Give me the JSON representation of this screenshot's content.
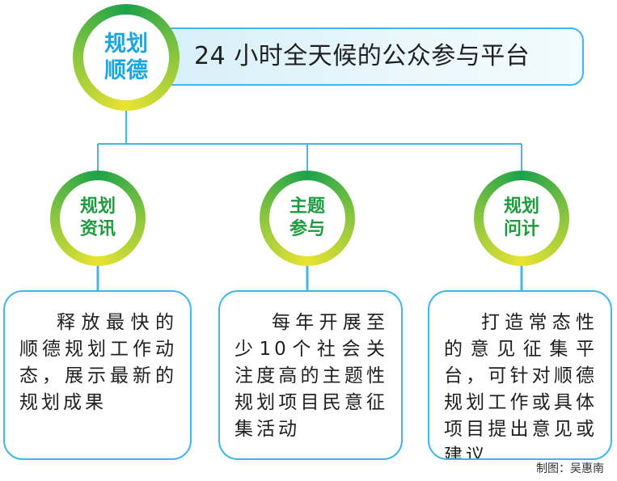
{
  "root": {
    "line1": "规划",
    "line2": "顺德",
    "color": "#1aa5de"
  },
  "title": "24 小时全天候的公众参与平台",
  "branches": [
    {
      "line1": "规划",
      "line2": "资讯",
      "color": "#1f9a3e",
      "text": "释放最快的顺德规划工作动态，展示最新的规划成果"
    },
    {
      "line1": "主题",
      "line2": "参与",
      "color": "#1f9a3e",
      "text": "每年开展至少10个社会关注度高的主题性规划项目民意征集活动"
    },
    {
      "line1": "规划",
      "line2": "问计",
      "color": "#1f9a3e",
      "text": "打造常态性的意见征集平台，可针对顺德规划工作或具体项目提出意见或建议"
    }
  ],
  "credit": "制图：吴惠南",
  "colors": {
    "line": "#45b4e6",
    "ring_dark": "#1ca24a",
    "ring_mid": "#8cc63f",
    "ring_light": "#e8e331"
  }
}
